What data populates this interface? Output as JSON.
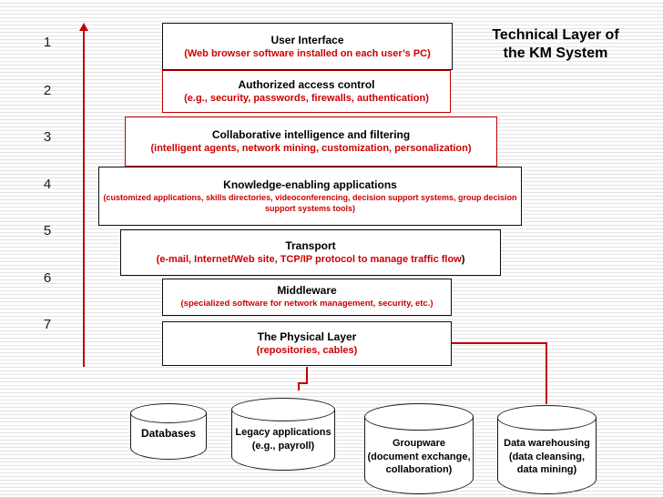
{
  "title": {
    "line1": "Technical Layer of",
    "line2": "the KM System"
  },
  "axis": {
    "numbers": [
      "1",
      "2",
      "3",
      "4",
      "5",
      "6",
      "7"
    ]
  },
  "colors": {
    "accent_red": "#c00000",
    "detail_red": "#cc0000",
    "text_black": "#000000"
  },
  "layers": [
    {
      "name": "User Interface",
      "detail": "(Web browser software installed on each user’s PC)",
      "border": "black"
    },
    {
      "name": "Authorized access control",
      "detail": "(e.g., security, passwords, firewalls, authentication)",
      "border": "red"
    },
    {
      "name": "Collaborative intelligence and filtering",
      "detail": "(intelligent agents, network mining, customization, personalization)",
      "border": "red"
    },
    {
      "name": "Knowledge-enabling applications",
      "detail": "(customized applications, skills directories, videoconferencing, decision support systems, group decision support systems tools)",
      "border": "black"
    },
    {
      "name": "Transport",
      "detail": "(e-mail, Internet/Web site, TCP/IP protocol to manage traffic flow",
      "detail_suffix": ")",
      "border": "black"
    },
    {
      "name": "Middleware",
      "detail": "(specialized software for network management, security, etc.)",
      "border": "black"
    },
    {
      "name": "The Physical Layer",
      "detail": "(repositories, cables)",
      "border": "black"
    }
  ],
  "stores": [
    {
      "lines": [
        "Databases"
      ]
    },
    {
      "lines": [
        "Legacy applications",
        "(e.g., payroll)"
      ]
    },
    {
      "lines": [
        "Groupware",
        "(document exchange,",
        "collaboration)"
      ]
    },
    {
      "lines": [
        "Data warehousing",
        "(data cleansing,",
        "data mining)"
      ]
    }
  ]
}
